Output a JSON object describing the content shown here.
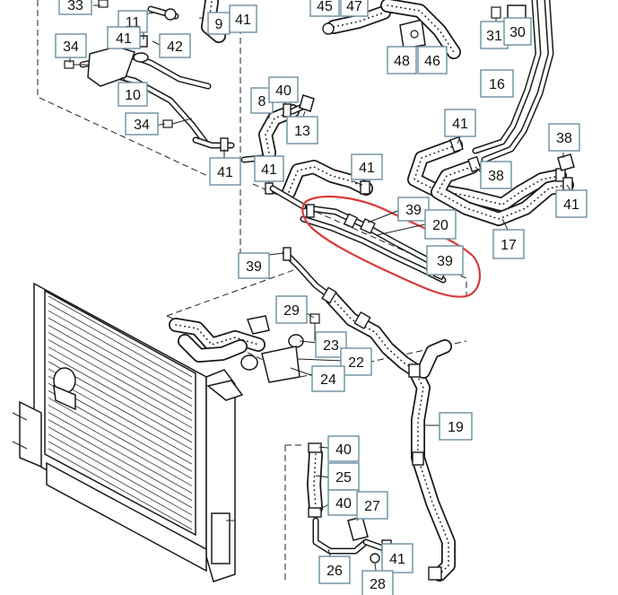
{
  "highlight_color": "#d93a3a",
  "callout_border_color": "#6b8fa0",
  "callouts": [
    {
      "label": "33"
    },
    {
      "label": "11"
    },
    {
      "label": "41"
    },
    {
      "label": "42"
    },
    {
      "label": "34"
    },
    {
      "label": "10"
    },
    {
      "label": "34"
    },
    {
      "label": "9"
    },
    {
      "label": "41"
    },
    {
      "label": "45"
    },
    {
      "label": "47"
    },
    {
      "label": "48"
    },
    {
      "label": "46"
    },
    {
      "label": "31"
    },
    {
      "label": "30"
    },
    {
      "label": "16"
    },
    {
      "label": "8"
    },
    {
      "label": "40"
    },
    {
      "label": "13"
    },
    {
      "label": "41"
    },
    {
      "label": "41"
    },
    {
      "label": "38"
    },
    {
      "label": "38"
    },
    {
      "label": "41"
    },
    {
      "label": "41"
    },
    {
      "label": "41"
    },
    {
      "label": "39"
    },
    {
      "label": "20"
    },
    {
      "label": "17"
    },
    {
      "label": "39"
    },
    {
      "label": "39"
    },
    {
      "label": "29"
    },
    {
      "label": "23"
    },
    {
      "label": "22"
    },
    {
      "label": "24"
    },
    {
      "label": "19"
    },
    {
      "label": "40"
    },
    {
      "label": "25"
    },
    {
      "label": "40"
    },
    {
      "label": "27"
    },
    {
      "label": "26"
    },
    {
      "label": "41"
    },
    {
      "label": "28"
    }
  ]
}
